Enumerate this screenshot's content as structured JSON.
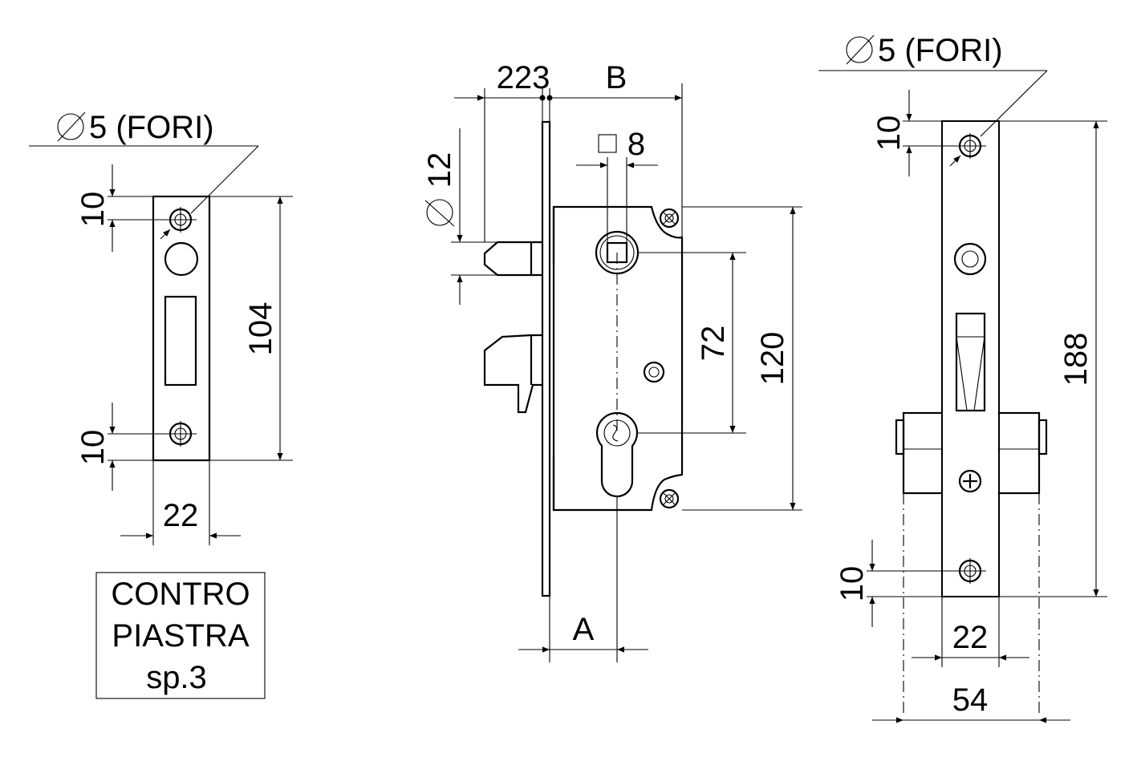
{
  "strike_plate": {
    "hole_label": "5 (FORI)",
    "dim_top_offset": "10",
    "dim_bottom_offset": "10",
    "dim_height": "104",
    "dim_width": "22",
    "title_lines": [
      "CONTRO",
      "PIASTRA",
      "sp.3"
    ]
  },
  "lock_front": {
    "dim_front_plate": "223",
    "dim_b": "B",
    "dim_square": "8",
    "dim_pin": "12",
    "dim_center": "72",
    "dim_body": "120",
    "dim_a": "A"
  },
  "faceplate": {
    "hole_label": "5 (FORI)",
    "dim_top_offset": "10",
    "dim_bottom_offset": "10",
    "dim_height": "188",
    "dim_width": "22",
    "dim_depth": "54"
  },
  "colors": {
    "ink": "#000000",
    "paper": "#ffffff"
  }
}
